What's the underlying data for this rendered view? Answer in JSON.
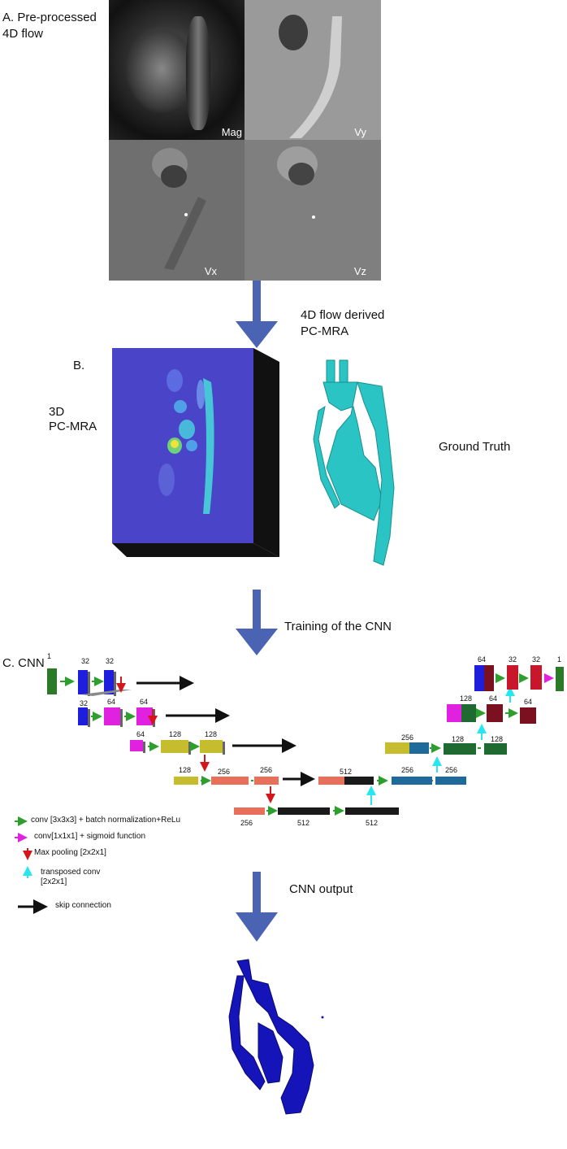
{
  "section_a": {
    "title_line1": "A. Pre-processed",
    "title_line2": "4D flow",
    "panels": [
      "Mag",
      "Vy",
      "Vx",
      "Vz"
    ]
  },
  "arrow1_label_line1": "4D flow derived",
  "arrow1_label_line2": "PC-MRA",
  "section_b": {
    "tag": "B.",
    "left_label_line1": "3D",
    "left_label_line2": "PC-MRA",
    "right_label": "Ground Truth"
  },
  "arrow2_label": "Training of the CNN",
  "section_c": {
    "tag": "C. CNN",
    "numbers": {
      "enc1": [
        "1",
        "32",
        "32"
      ],
      "enc2": [
        "32",
        "64",
        "64"
      ],
      "enc3": [
        "64",
        "128",
        "128"
      ],
      "enc4": [
        "128",
        "256",
        "256"
      ],
      "bottom": [
        "256",
        "512",
        "512"
      ],
      "dec4": [
        "512",
        "256",
        "256"
      ],
      "dec3": [
        "256",
        "128",
        "128"
      ],
      "dec2": [
        "128",
        "64",
        "64"
      ],
      "dec1": [
        "64",
        "32",
        "32",
        "1"
      ]
    },
    "legend": [
      {
        "color": "#2e9e2e",
        "text": "conv [3x3x3] + batch normalization+ReLu"
      },
      {
        "color": "#e021e0",
        "text": "conv[1x1x1] + sigmoid function"
      },
      {
        "color": "#d4161c",
        "text": "Max pooling [2x2x1]"
      },
      {
        "color": "#27e6f0",
        "text": "transposed conv"
      },
      {
        "color": "#27e6f0",
        "text": "[2x2x1]"
      },
      {
        "color": "#111111",
        "text": "skip connection"
      }
    ]
  },
  "arrow3_label": "CNN output",
  "colors": {
    "arrow_blue": "#4a63b3",
    "pcmra_bg": "#4a44c9",
    "ground_truth": "#2bc4c4",
    "output_blue": "#1414b8"
  }
}
